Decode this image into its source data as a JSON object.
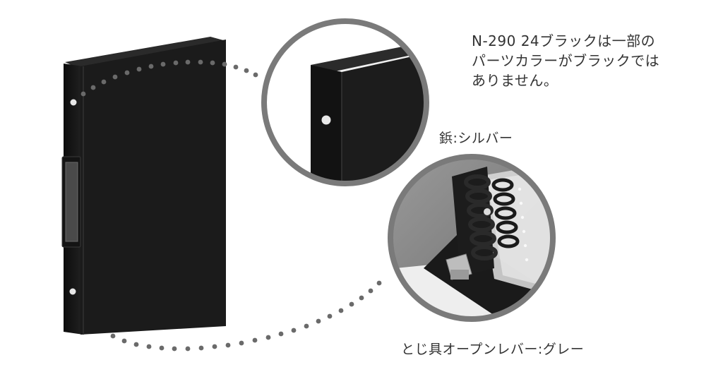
{
  "note": {
    "lines": [
      "N-290 24ブラックは一部の",
      "パーツカラーがブラックでは",
      "ありません。"
    ]
  },
  "labels": {
    "rivet": "鋲:シルバー",
    "lever": "とじ具オープンレバー:グレー"
  },
  "colors": {
    "binder": "#1b1b1b",
    "binder_edge": "#0a0a0a",
    "ring": "#7a7a7a",
    "dots": "#6a6a6a",
    "rivet": "#e8e8e8",
    "lever": "#bdbdbd"
  }
}
